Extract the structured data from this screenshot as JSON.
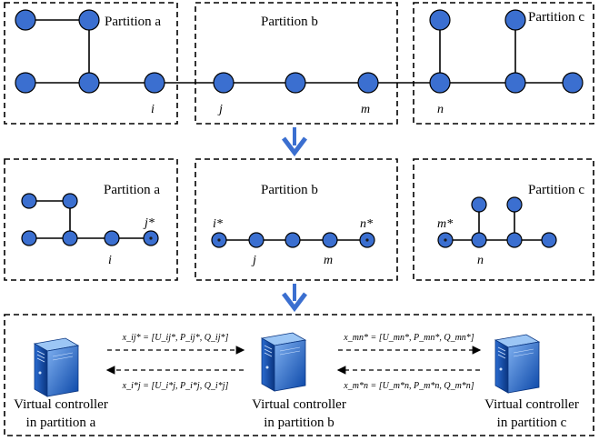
{
  "top_row": {
    "partition_a": "Partition a",
    "partition_b": "Partition b",
    "partition_c": "Partition c",
    "node_i": "i",
    "node_j": "j",
    "node_m": "m",
    "node_n": "n"
  },
  "middle_row": {
    "partition_a": "Partition a",
    "partition_b": "Partition b",
    "partition_c": "Partition c",
    "node_j_star": "j*",
    "node_i": "i",
    "node_i_star": "i*",
    "node_n_star": "n*",
    "node_j": "j",
    "node_m": "m",
    "node_m_star": "m*",
    "node_n": "n"
  },
  "controllers": {
    "a_line1": "Virtual controller",
    "a_line2": "in partition a",
    "b_line1": "Virtual controller",
    "b_line2": "in partition b",
    "c_line1": "Virtual controller",
    "c_line2": "in partition c"
  },
  "flows": {
    "a_to_b": "x_ij* = [U_ij*, P_ij*, Q_ij*]",
    "b_to_a": "x_i*j = [U_i*j, P_i*j, Q_i*j]",
    "b_to_c": "x_mn* = [U_mn*, P_mn*, Q_mn*]",
    "c_to_b": "x_m*n = [U_m*n, P_m*n, Q_m*n]"
  },
  "colors": {
    "node_fill": "#3b6fd0",
    "arrow_blue": "#3b6fd0",
    "server_blue": "#1e63c8"
  }
}
